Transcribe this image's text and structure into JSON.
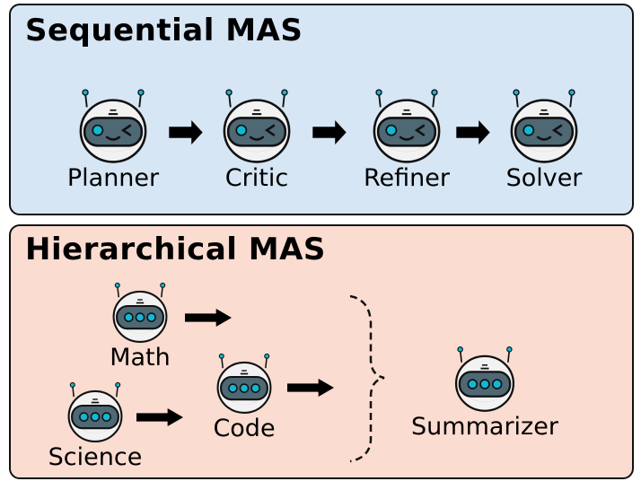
{
  "colors": {
    "sequential_bg": "#d6e6f5",
    "hierarchical_bg": "#fbdcd0",
    "robot_visor": "#4e6874",
    "robot_eye": "#13b7d3",
    "robot_shell": "#f2f2f2"
  },
  "sequential": {
    "title": "Sequential MAS",
    "agents": [
      {
        "label": "Planner",
        "icon": "robot-wink-icon"
      },
      {
        "label": "Critic",
        "icon": "robot-wink-icon"
      },
      {
        "label": "Refiner",
        "icon": "robot-wink-icon"
      },
      {
        "label": "Solver",
        "icon": "robot-wink-icon"
      }
    ]
  },
  "hierarchical": {
    "title": "Hierarchical MAS",
    "agents": [
      {
        "label": "Math",
        "icon": "robot-dots-icon"
      },
      {
        "label": "Science",
        "icon": "robot-dots-icon"
      },
      {
        "label": "Code",
        "icon": "robot-dots-icon"
      },
      {
        "label": "Summarizer",
        "icon": "robot-dots-icon"
      }
    ]
  }
}
